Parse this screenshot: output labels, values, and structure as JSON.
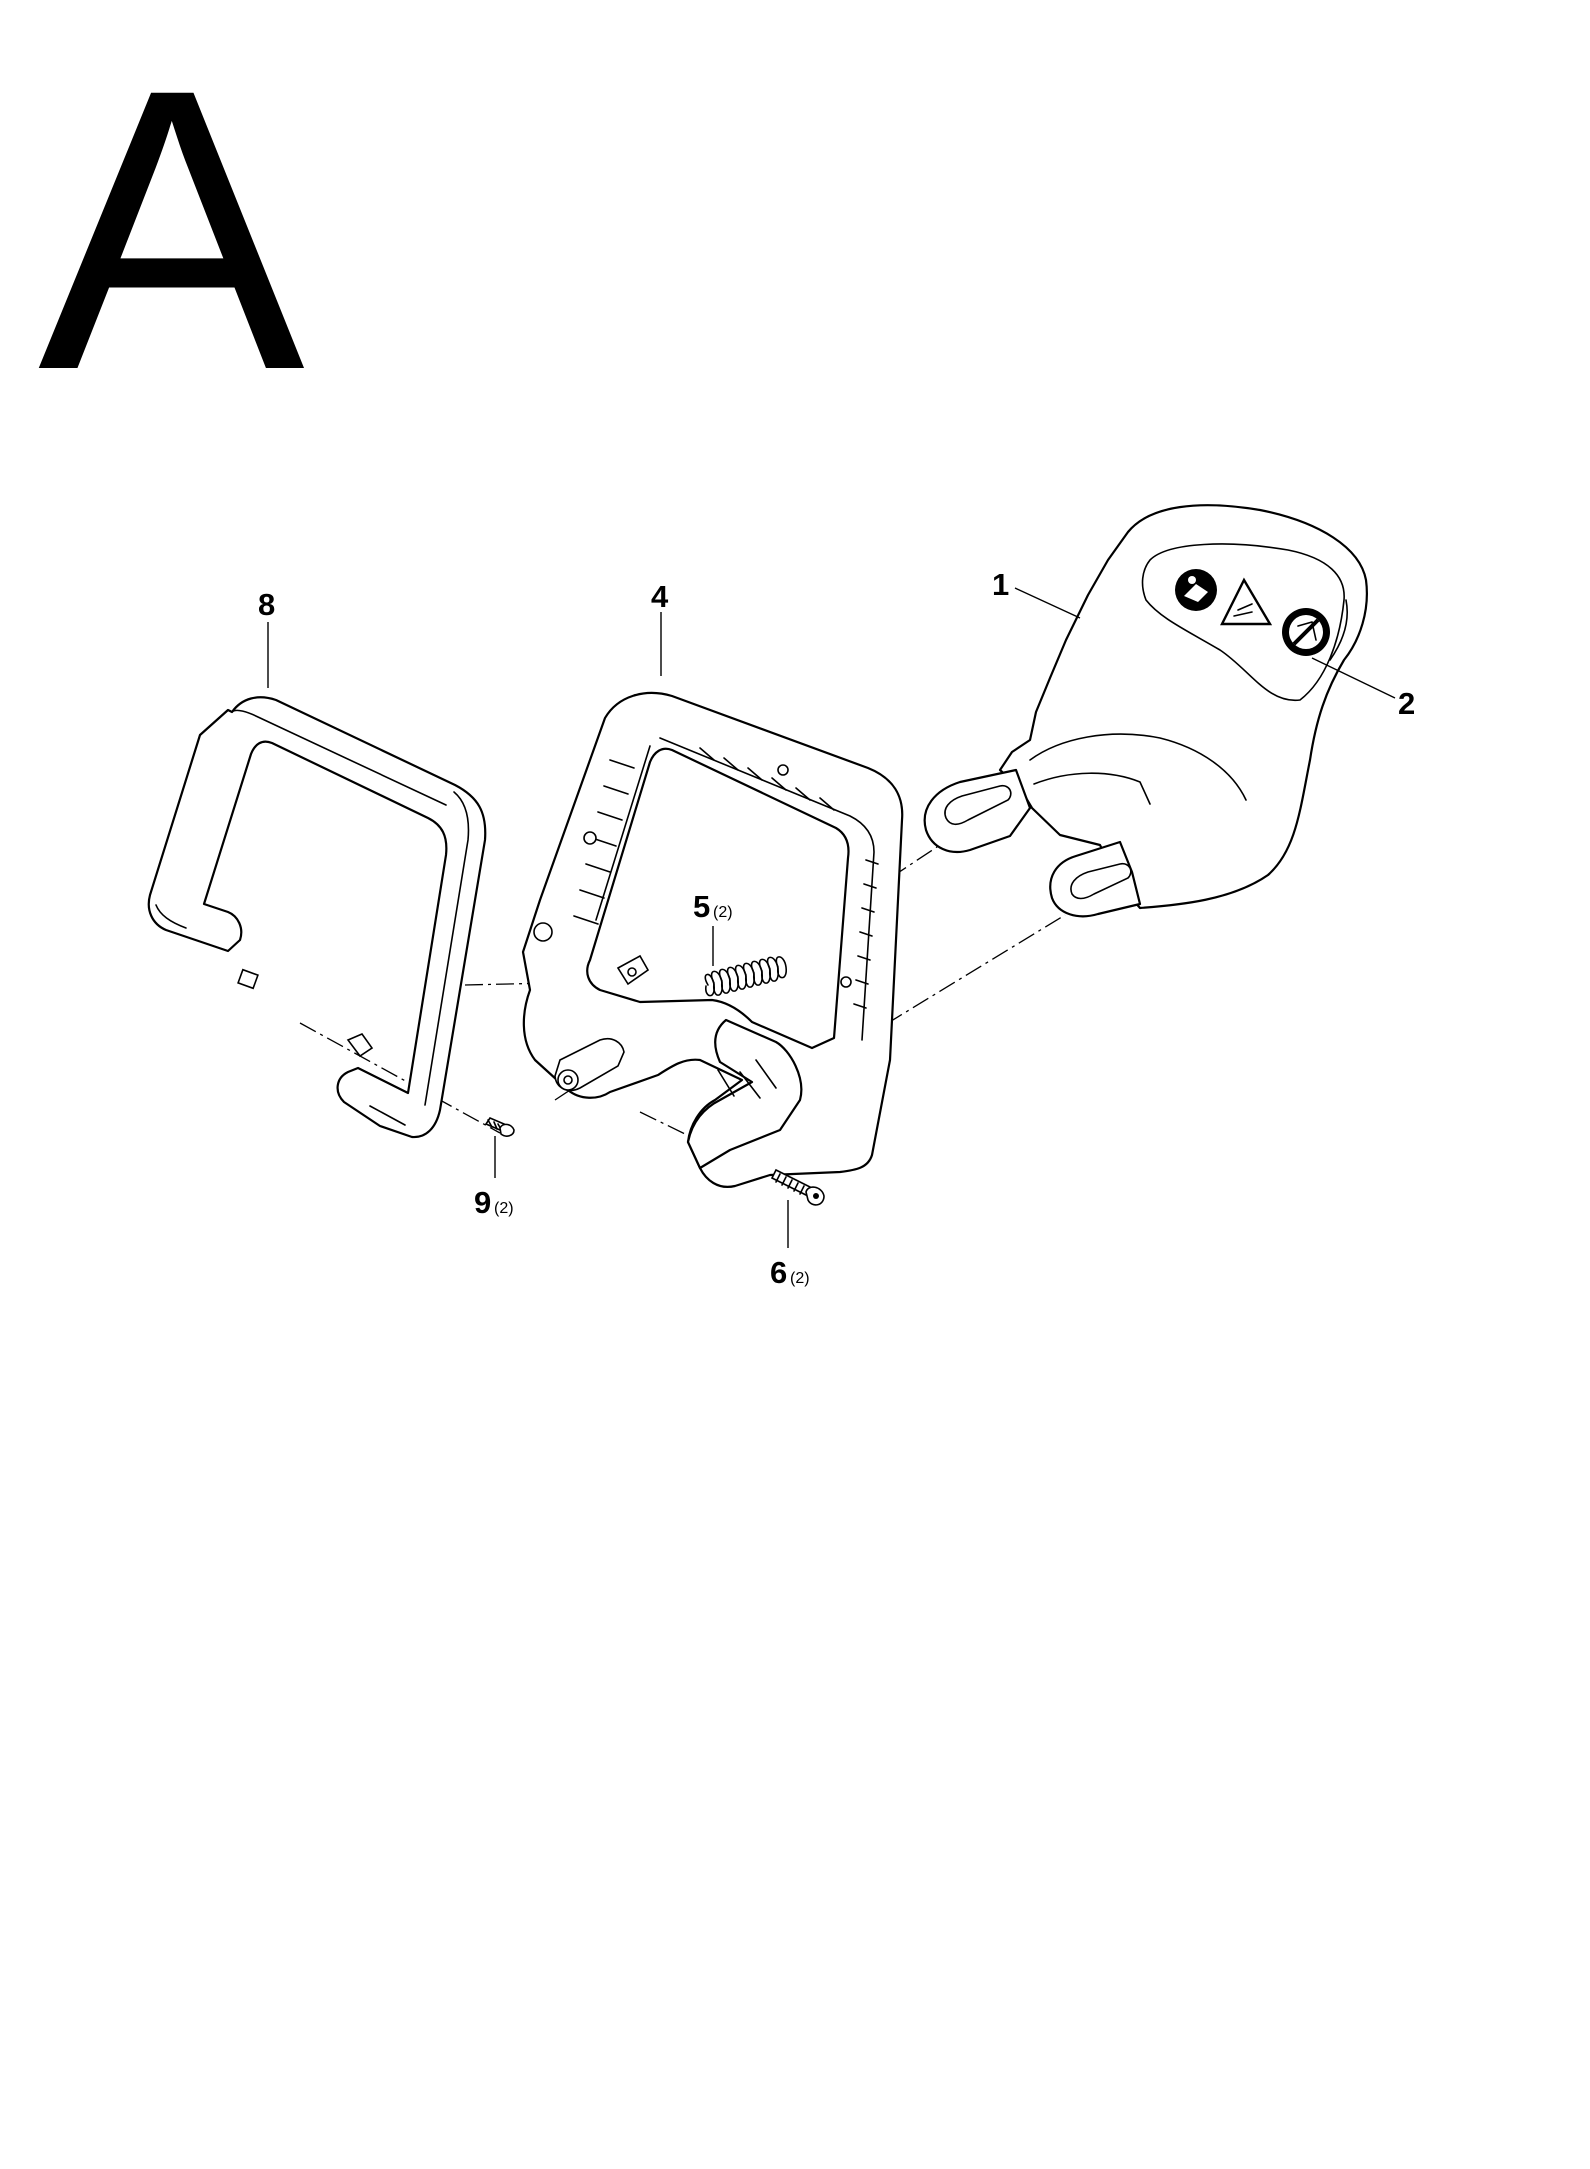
{
  "section_letter": "A",
  "callouts": [
    {
      "id": "1",
      "number": "1",
      "qty": ""
    },
    {
      "id": "2",
      "number": "2",
      "qty": ""
    },
    {
      "id": "4",
      "number": "4",
      "qty": ""
    },
    {
      "id": "5",
      "number": "5",
      "qty": "(2)"
    },
    {
      "id": "6",
      "number": "6",
      "qty": "(2)"
    },
    {
      "id": "8",
      "number": "8",
      "qty": ""
    },
    {
      "id": "9",
      "number": "9",
      "qty": "(2)"
    }
  ]
}
